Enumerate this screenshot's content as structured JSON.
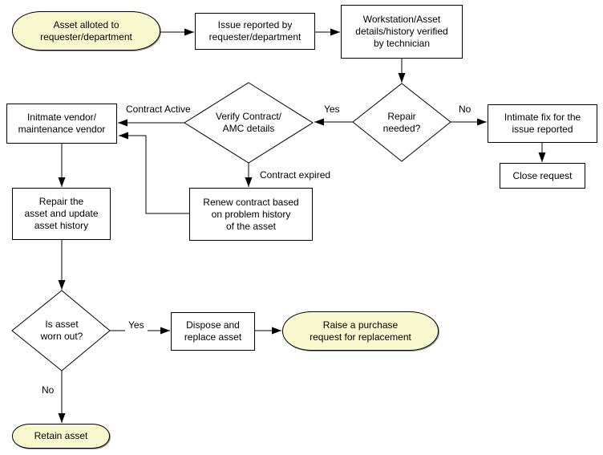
{
  "flowchart": {
    "colors": {
      "terminator_fill": "#f9f9cf",
      "process_fill": "#ffffff",
      "stroke": "#000000"
    },
    "nodes": {
      "asset_allotted": {
        "shape": "terminator",
        "label": "Asset alloted to\nrequester/department"
      },
      "issue_reported": {
        "shape": "process",
        "label": "Issue reported by\nrequester/department"
      },
      "workstation_verified": {
        "shape": "process",
        "label": "Workstation/Asset\ndetails/history verified\nby technician"
      },
      "repair_needed": {
        "shape": "decision",
        "label": "Repair\nneeded?"
      },
      "verify_contract": {
        "shape": "decision",
        "label": "Verify Contract/\nAMC details"
      },
      "intimate_fix": {
        "shape": "process",
        "label": "Intimate fix for the\nissue reported"
      },
      "close_request": {
        "shape": "process",
        "label": "Close request"
      },
      "intimate_vendor": {
        "shape": "process",
        "label": "Initmate vendor/\nmaintenance vendor"
      },
      "renew_contract": {
        "shape": "process",
        "label": "Renew contract based\non problem history\nof the asset"
      },
      "repair_asset": {
        "shape": "process",
        "label": "Repair the\nasset and update\nasset history"
      },
      "asset_worn_out": {
        "shape": "decision",
        "label": "Is asset\nworn out?"
      },
      "dispose_replace": {
        "shape": "process",
        "label": "Dispose and\nreplace asset"
      },
      "raise_purchase": {
        "shape": "terminator",
        "label": "Raise a purchase\nrequest for replacement"
      },
      "retain_asset": {
        "shape": "terminator",
        "label": "Retain asset"
      }
    },
    "edge_labels": {
      "repair_yes": "Yes",
      "repair_no": "No",
      "contract_active": "Contract Active",
      "contract_expired": "Contract expired",
      "worn_yes": "Yes",
      "worn_no": "No"
    }
  }
}
